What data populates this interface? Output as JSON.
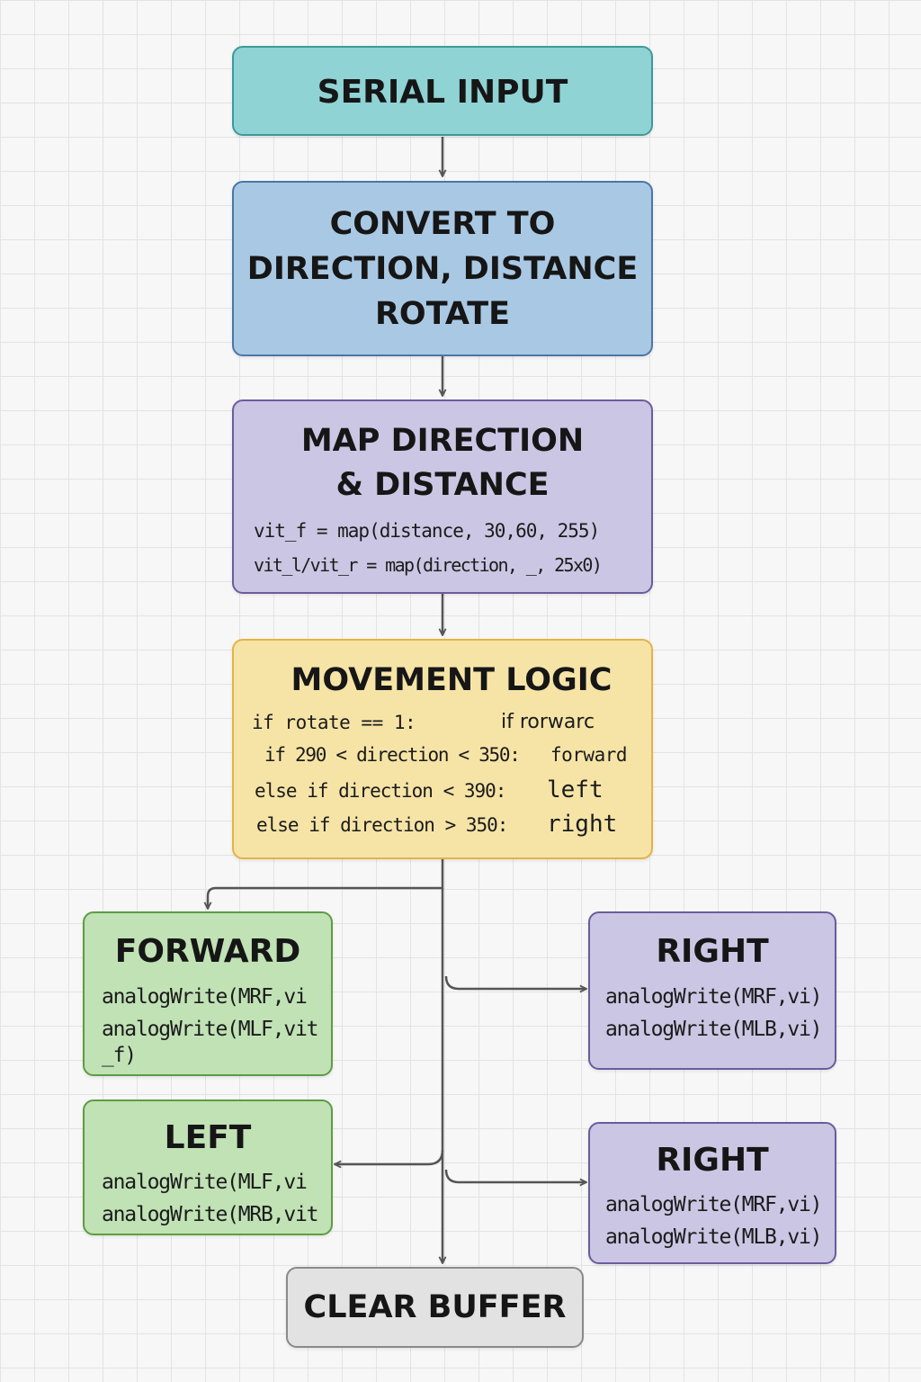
{
  "colors": {
    "serial_input": "#8fd3d5",
    "convert": "#a9c8e3",
    "map": "#cbc6e3",
    "movement": "#f6e4a6",
    "forward_left": "#c0e2b5",
    "right": "#cbc6e3",
    "clear_buffer": "#e2e2e2",
    "arrow": "#555555"
  },
  "nodes": {
    "serial_input": {
      "title": "SERIAL INPUT"
    },
    "convert": {
      "line1": "CONVERT TO",
      "line2": "DIRECTION, DISTANCE",
      "line3": "ROTATE"
    },
    "map": {
      "line1": "MAP DIRECTION",
      "line2": "& DISTANCE",
      "code1": "vit_f = map(distance, 30,60, 255)",
      "code2": "vit_l/vit_r = map(direction, _, 25x0)"
    },
    "movement": {
      "title": "MOVEMENT LOGIC",
      "row1_left": "if rotate == 1:",
      "row1_right": "if rorwarc",
      "row2_left": "if 290 < direction < 350:",
      "row2_right": "forward",
      "row3_left": "else if direction < 390:",
      "row3_right": "left",
      "row4_left": "else if direction > 350:",
      "row4_right": "right"
    },
    "forward": {
      "title": "FORWARD",
      "code1": "analogWrite(MRF,vi",
      "code2": "analogWrite(MLF,vit",
      "code3": "_f)"
    },
    "left": {
      "title": "LEFT",
      "code1": "analogWrite(MLF,vi",
      "code2": "analogWrite(MRB,vit"
    },
    "right_top": {
      "title": "RIGHT",
      "code1": "analogWrite(MRF,vi)",
      "code2": "analogWrite(MLB,vi)"
    },
    "right_bottom": {
      "title": "RIGHT",
      "code1": "analogWrite(MRF,vi)",
      "code2": "analogWrite(MLB,vi)"
    },
    "clear_buffer": {
      "title": "CLEAR BUFFER"
    }
  }
}
